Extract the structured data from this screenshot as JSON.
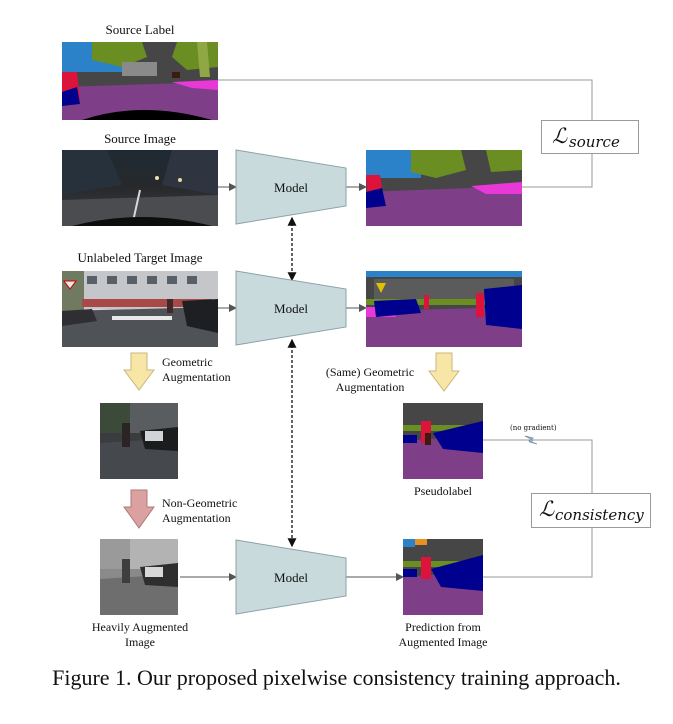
{
  "labels": {
    "source_label": "Source Label",
    "source_image": "Source Image",
    "unlabeled_target": "Unlabeled Target  Image",
    "geometric_1": "Geometric",
    "geometric_2": "Augmentation",
    "same_geometric_1": "(Same) Geometric",
    "same_geometric_2": "Augmentation",
    "nongeometric_1": "Non-Geometric",
    "nongeometric_2": "Augmentation",
    "heavily_1": "Heavily Augmented",
    "heavily_2": "Image",
    "pseudolabel": "Pseudolabel",
    "prediction_1": "Prediction from",
    "prediction_2": "Augmented Image",
    "no_gradient": "(no gradient)"
  },
  "models": [
    "Model",
    "Model",
    "Model"
  ],
  "losses": {
    "source": {
      "symbol": "ℒ",
      "subscript": "source"
    },
    "consistency": {
      "symbol": "ℒ",
      "subscript": "consistency"
    }
  },
  "caption": "Figure 1. Our proposed pixelwise consistency training approach.",
  "colors": {
    "model_fill": "#c9dadd",
    "arrow_yellow": "#f8e6a6",
    "arrow_pink": "#dba0a0",
    "road": "#7f3f88",
    "sidewalk": "#e838d8",
    "vegetation": "#6b8e23",
    "building": "#464646",
    "sky": "#2b82c8",
    "car": "#00008e",
    "person": "#dc143c"
  }
}
